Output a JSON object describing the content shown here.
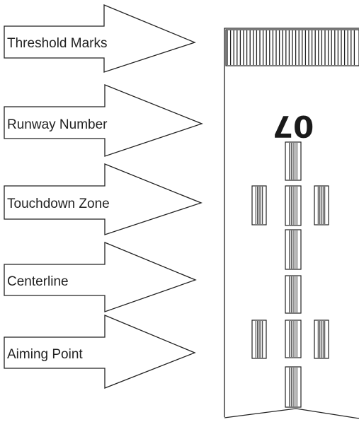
{
  "labels": {
    "threshold": "Threshold Marks",
    "runway_number": "Runway Number",
    "touchdown_zone": "Touchdown Zone",
    "centerline": "Centerline",
    "aiming_point": "Aiming Point"
  },
  "runway": {
    "number": "07",
    "number_orientation": "rotated-180"
  },
  "colors": {
    "line": "#222222",
    "background": "#ffffff"
  }
}
